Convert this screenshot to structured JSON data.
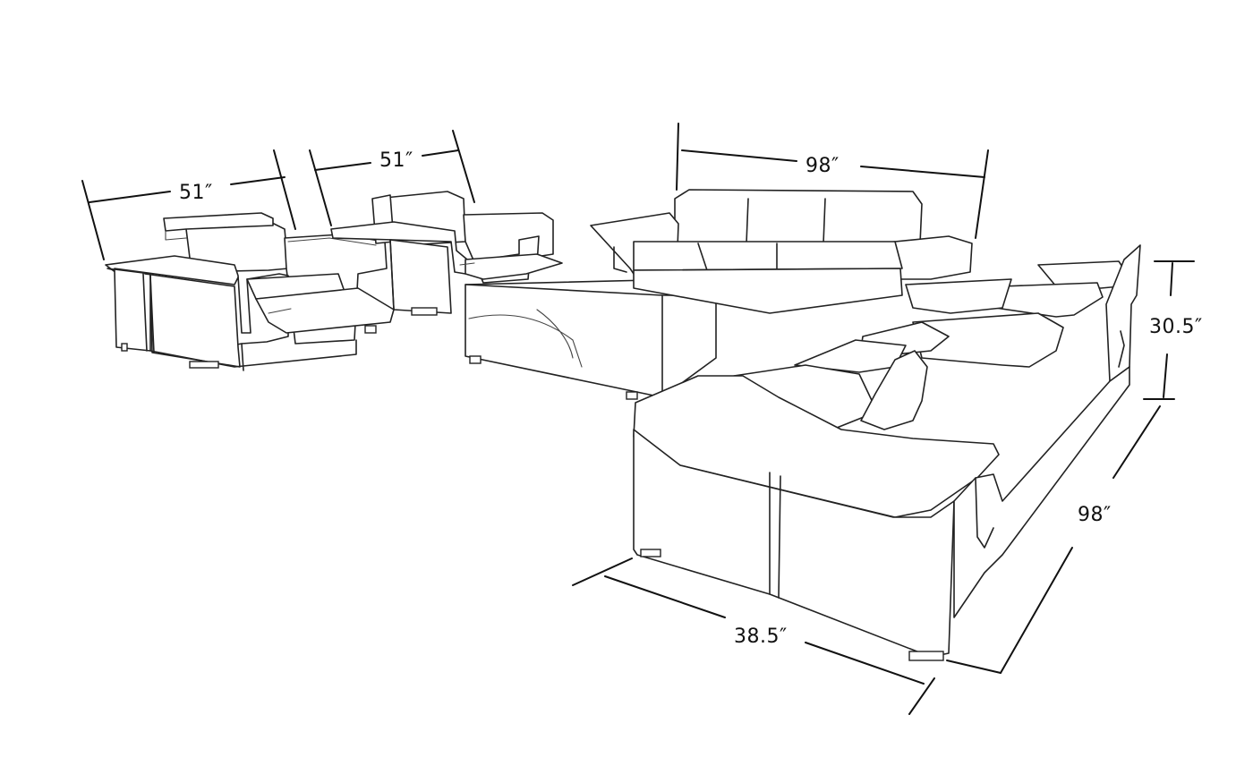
{
  "dimensions": {
    "chair1_width": "51″",
    "chair2_width": "51″",
    "sofa_width": "98″",
    "sectional_height": "30.5″",
    "sectional_length": "98″",
    "sectional_depth": "38.5″"
  },
  "colors": {
    "line": "#222222",
    "background": "#ffffff"
  }
}
